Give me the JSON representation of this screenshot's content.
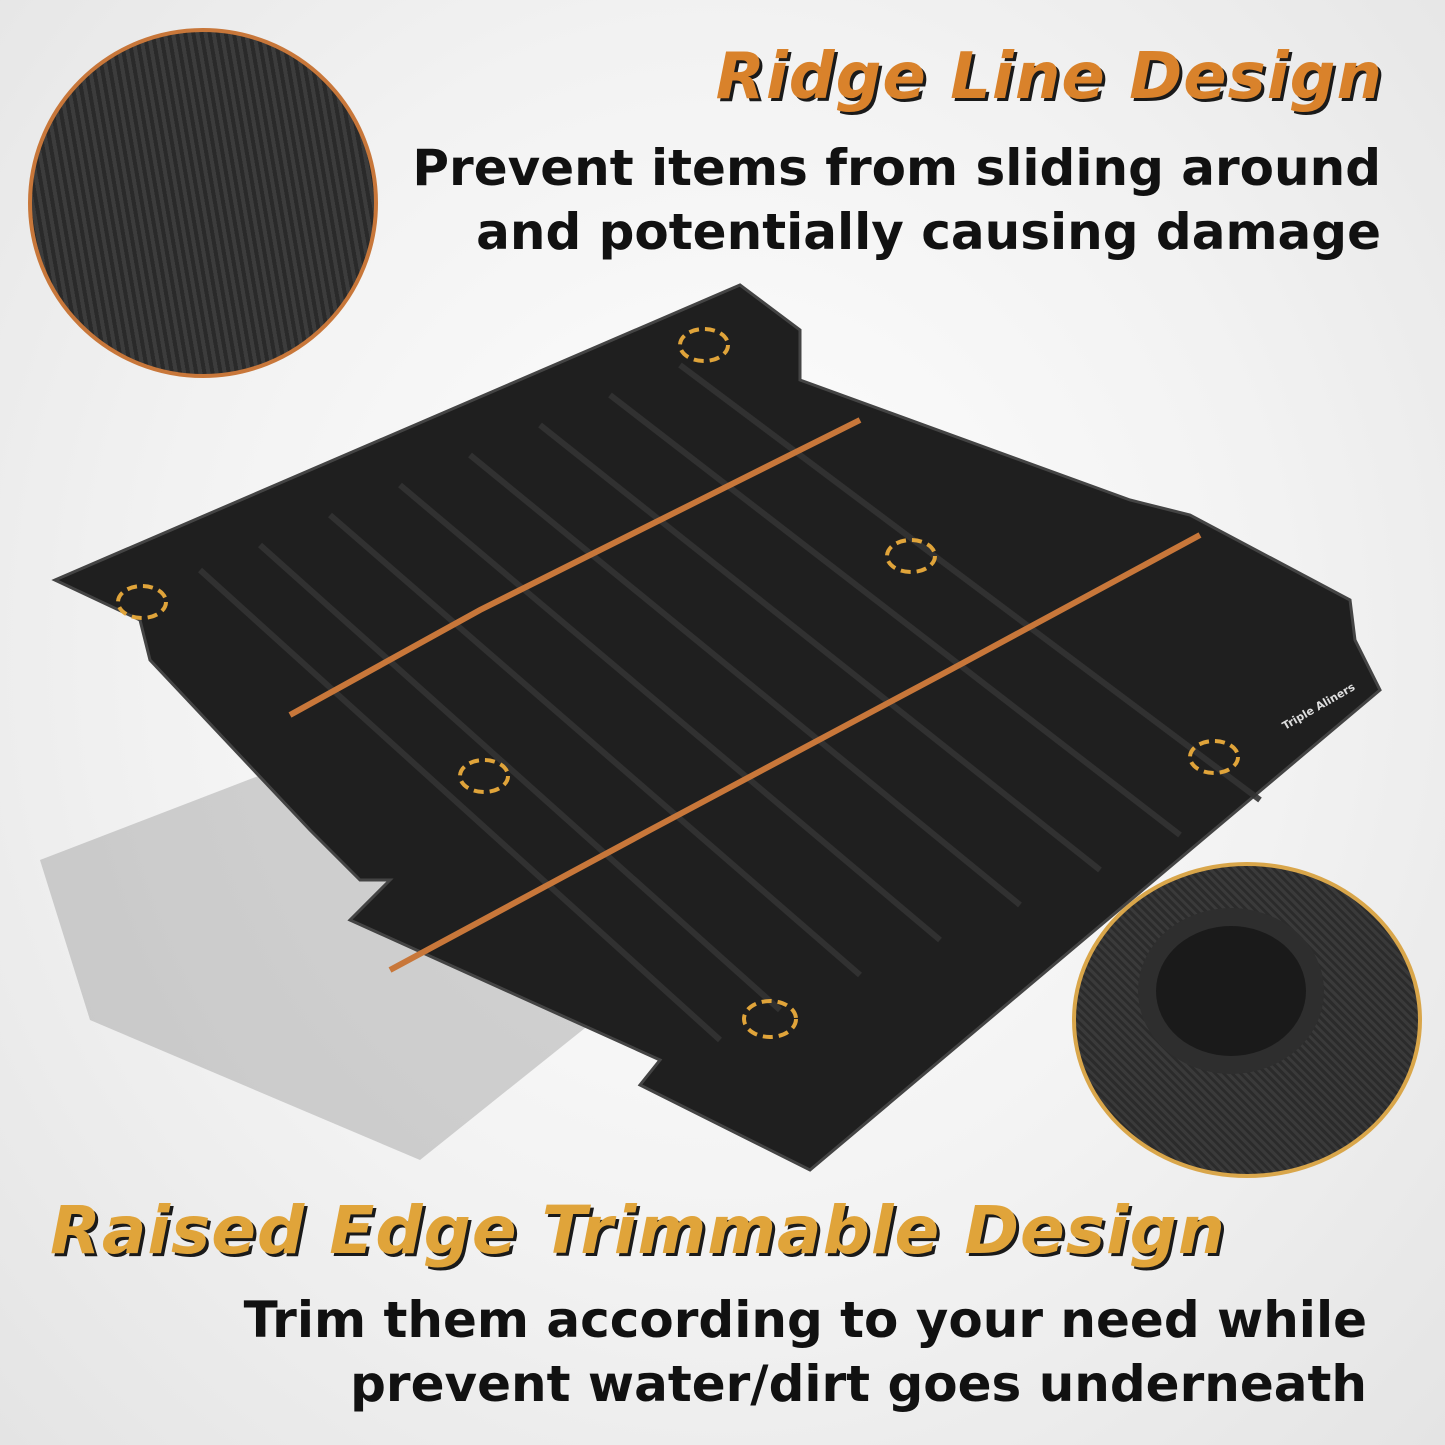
{
  "ridge_section": {
    "title": "Ridge Line Design",
    "line1": "Prevent items from sliding around",
    "line2": "and potentially causing damage"
  },
  "edge_section": {
    "title": "Raised Edge Trimmable Design",
    "line1": "Trim them according to your need while",
    "line2": "prevent water/dirt goes underneath"
  },
  "logo": "Triple Aliners",
  "colors": {
    "ridge_accent": "#d9822b",
    "edge_accent": "#e0a43a",
    "mat": "#1e1e1e"
  }
}
